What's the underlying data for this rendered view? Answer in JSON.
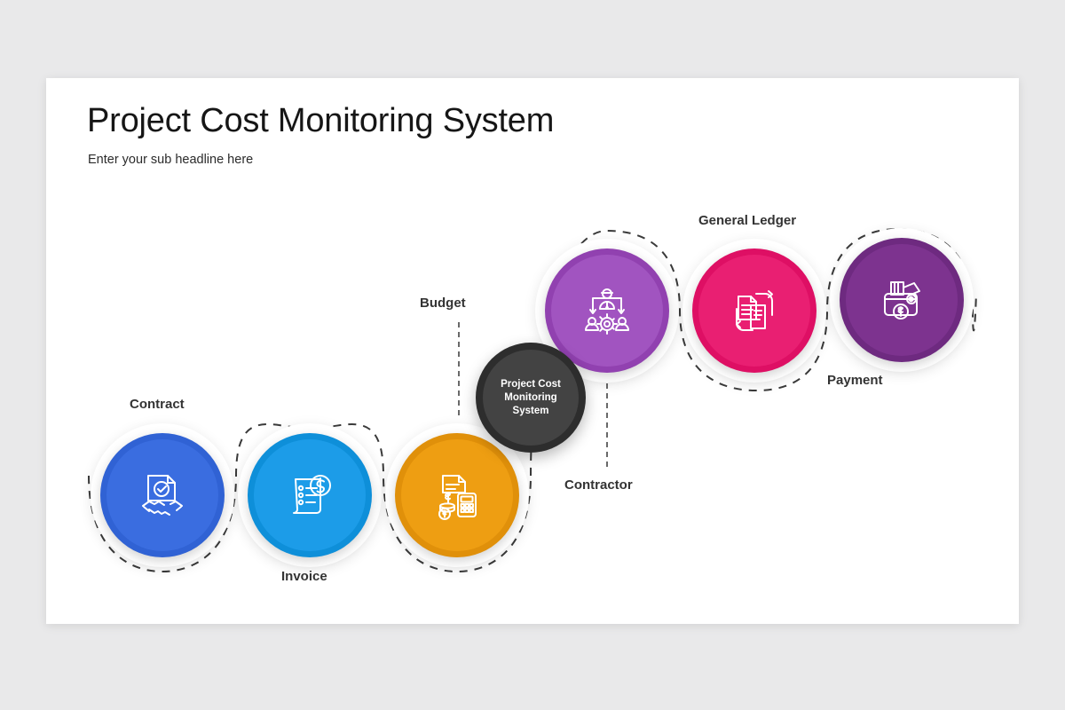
{
  "slide": {
    "title": "Project Cost Monitoring System",
    "subtitle": "Enter your sub headline here",
    "background_color": "#e9e9ea",
    "surface_color": "#ffffff"
  },
  "center_node": {
    "name": "center-hub",
    "lines": [
      "Project Cost",
      "Monitoring",
      "System"
    ],
    "line1": "Project Cost",
    "line2": "Monitoring",
    "line3": "System",
    "color": "#2d2d2d",
    "inner_color": "#434343",
    "text_color": "#ffffff"
  },
  "steps": [
    {
      "key": "contract",
      "label": "Contract",
      "icon": "contract-handshake-icon",
      "color": "#3062d4",
      "inner_color": "#3a6de0",
      "label_position": "above"
    },
    {
      "key": "invoice",
      "label": "Invoice",
      "icon": "invoice-receipt-dollar-icon",
      "color": "#0e8fd9",
      "inner_color": "#1c9ce8",
      "label_position": "below"
    },
    {
      "key": "budget",
      "label": "Budget",
      "icon": "budget-calculator-coins-icon",
      "color": "#e0900a",
      "inner_color": "#ee9e12",
      "label_position": "above"
    },
    {
      "key": "contractor",
      "label": "Contractor",
      "icon": "contractor-orgchart-gear-icon",
      "color": "#9141b0",
      "inner_color": "#a154c0",
      "label_position": "below"
    },
    {
      "key": "general-ledger",
      "label": "General Ledger",
      "icon": "general-ledger-documents-sync-icon",
      "color": "#de0f64",
      "inner_color": "#e91f72",
      "label_position": "above"
    },
    {
      "key": "payment",
      "label": "Payment",
      "icon": "payment-wallet-cash-icon",
      "color": "#6e2a80",
      "inner_color": "#7d338f",
      "label_position": "below"
    }
  ],
  "connector": {
    "style": "dashed",
    "color": "#3a3a3a"
  }
}
